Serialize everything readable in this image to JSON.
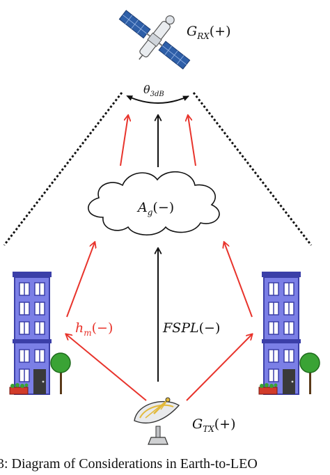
{
  "labels": {
    "g_rx": {
      "main": "G",
      "sub": "RX",
      "tail": "(+)"
    },
    "theta": {
      "main": "θ",
      "sub": "3dB"
    },
    "a_g": {
      "main": "A",
      "sub": "g",
      "tail": "(−)"
    },
    "h_m": {
      "main": "h",
      "sub": "m",
      "tail": "(−)"
    },
    "fspl": {
      "main": "FSPL",
      "tail": "(−)"
    },
    "g_tx": {
      "main": "G",
      "sub": "TX",
      "tail": "(+)"
    }
  },
  "caption": "3: Diagram of Considerations in Earth-to-LEO",
  "colors": {
    "red_arrow": "#e8332b",
    "black_arrow": "#111111",
    "building_fill": "#7b7fe6",
    "building_trim": "#3b3fa8",
    "window_fill": "#ffffff",
    "tree_green": "#3aa335",
    "solar_panel": "#2e5fa8",
    "dish_yellow": "#e2b93b"
  }
}
